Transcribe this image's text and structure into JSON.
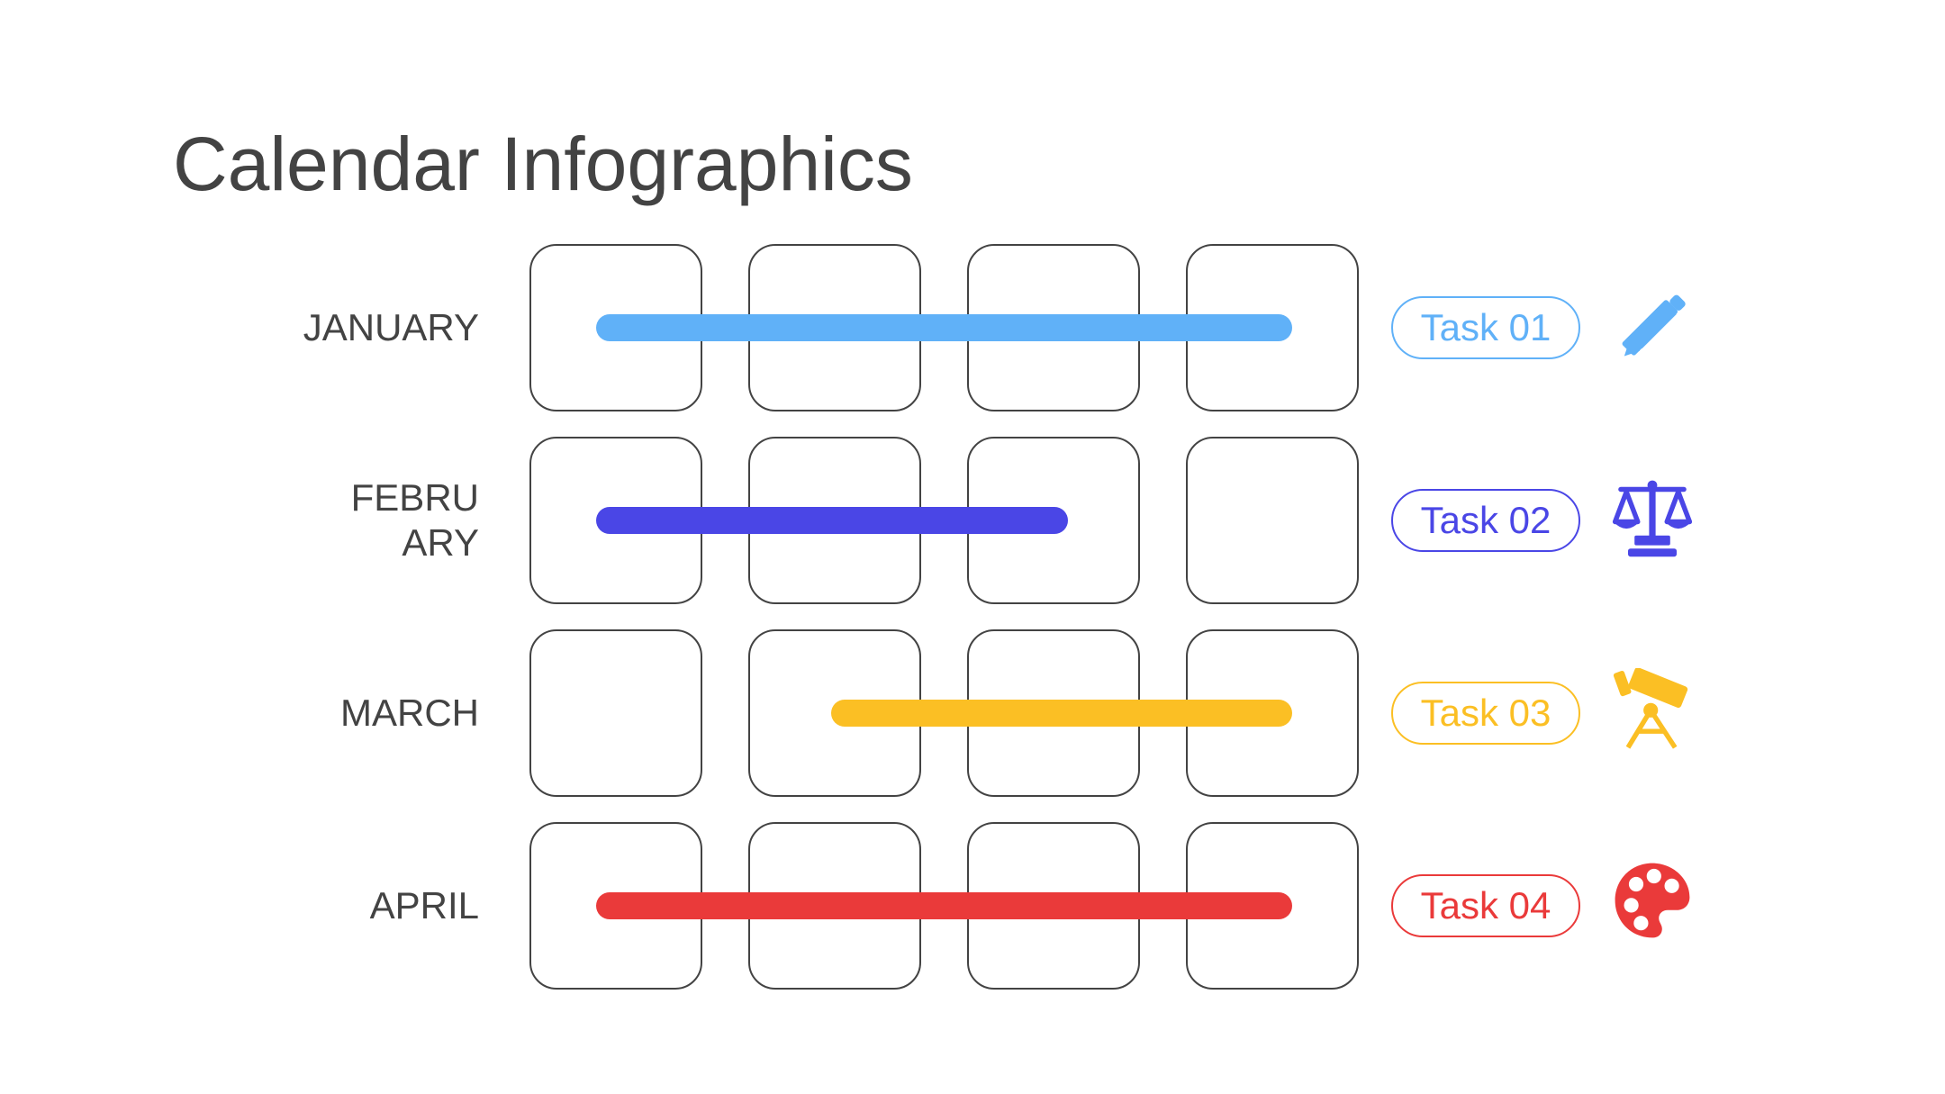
{
  "title": "Calendar Infographics",
  "columns_per_row": 4,
  "rows": [
    {
      "month": "JANUARY",
      "task": "Task 01",
      "color": "#60b1f8",
      "icon": "pencil-ruler-icon",
      "bar_start_week": 1,
      "bar_end_week": 4
    },
    {
      "month": "FEBRUARY",
      "task": "Task 02",
      "color": "#4a46e6",
      "icon": "scales-icon",
      "bar_start_week": 1,
      "bar_end_week": 3
    },
    {
      "month": "MARCH",
      "task": "Task 03",
      "color": "#fbbf24",
      "icon": "telescope-icon",
      "bar_start_week": 2,
      "bar_end_week": 4
    },
    {
      "month": "APRIL",
      "task": "Task 04",
      "color": "#ea3a3a",
      "icon": "palette-icon",
      "bar_start_week": 1,
      "bar_end_week": 4
    }
  ]
}
